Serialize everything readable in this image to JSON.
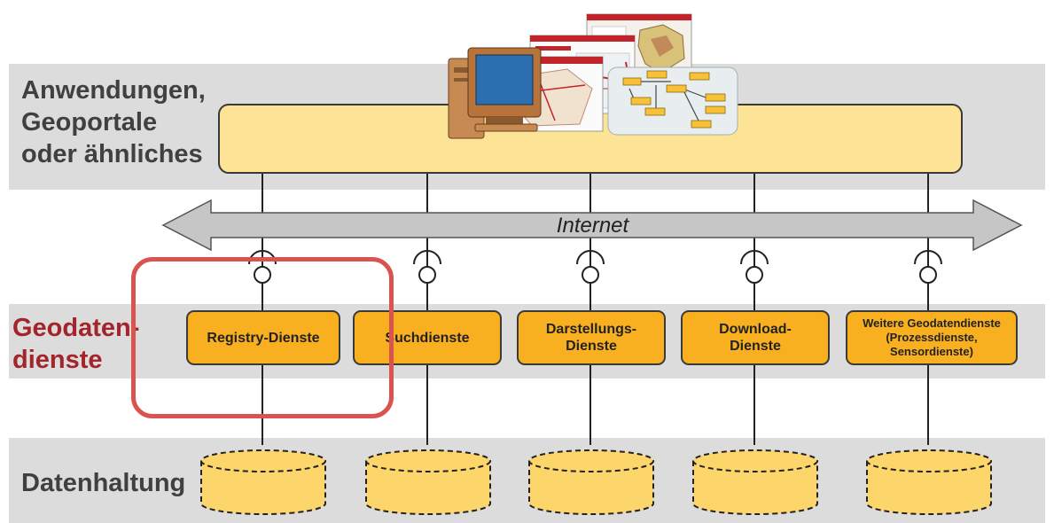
{
  "layers": {
    "applications": "Anwendungen,\nGeoportale\noder ähnliches",
    "geodata_services": "Geodaten-\ndienste",
    "data_storage": "Datenhaltung"
  },
  "network": {
    "label": "Internet"
  },
  "services": [
    {
      "label": "Registry-Dienste"
    },
    {
      "label": "Suchdienste"
    },
    {
      "label": "Darstellungs-\nDienste"
    },
    {
      "label": "Download-\nDienste"
    },
    {
      "label": "Weitere Geodatendienste\n(Prozessdienste,\nSensordienste)"
    }
  ],
  "colors": {
    "band": "#dcdcdc",
    "application_bar": "#fde395",
    "service_box": "#f9b020",
    "database": "#fdd66b",
    "arrow": "#c6c6c6",
    "highlight": "#d9534f",
    "geodata_label": "#a3242b"
  },
  "icons": [
    "desktop-computer-icon",
    "geoportal-screenshot-icon",
    "map-screenshot-icon",
    "workflow-diagram-icon",
    "database-icon"
  ]
}
